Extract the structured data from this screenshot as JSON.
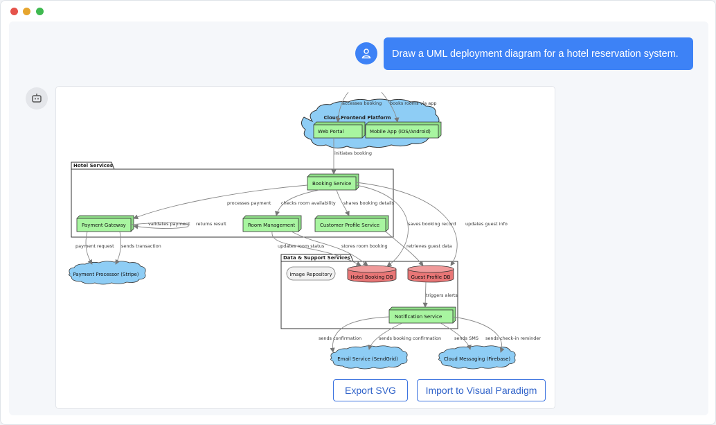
{
  "window": {
    "controls": [
      "close",
      "minimize",
      "maximize"
    ]
  },
  "chat": {
    "user_message": "Draw a UML deployment diagram for a hotel reservation system.",
    "user_icon": "person-icon",
    "bot_icon": "robot-icon"
  },
  "diagram": {
    "packages": {
      "cloud_frontend": "Cloud Frontend Platform",
      "hotel_services": "Hotel Services",
      "data_support": "Data & Support Services"
    },
    "nodes": {
      "web_portal": "Web Portal",
      "mobile_app": "Mobile App (iOS/Android)",
      "booking_service": "Booking Service",
      "payment_gateway": "Payment Gateway",
      "room_management": "Room Management",
      "customer_profile": "Customer Profile Service",
      "payment_processor": "Payment Processor (Stripe)",
      "image_repository": "Image Repository",
      "hotel_booking_db": "Hotel Booking DB",
      "guest_profile_db": "Guest Profile DB",
      "notification_service": "Notification Service",
      "email_service": "Email Service (SendGrid)",
      "cloud_messaging": "Cloud Messaging (Firebase)"
    },
    "edge_labels": {
      "accesses_booking": "accesses booking",
      "books_rooms": "books rooms via app",
      "initiates_booking": "initiates booking",
      "processes_payment": "processes payment",
      "checks_room": "checks room availability",
      "shares_booking": "shares booking details",
      "validates_payment": "validates payment",
      "returns_result": "returns result",
      "saves_booking": "saves booking record",
      "updates_guest": "updates guest info",
      "payment_request": "payment request",
      "sends_transaction": "sends transaction",
      "updates_room": "updates room status",
      "stores_room": "stores room booking",
      "retrieves_guest": "retrieves guest data",
      "triggers_alerts": "triggers alerts",
      "sends_confirmation": "sends confirmation",
      "sends_booking_confirmation": "sends booking confirmation",
      "sends_sms": "sends SMS",
      "sends_checkin": "sends check-in reminder"
    }
  },
  "actions": {
    "export_svg": "Export SVG",
    "import_vp": "Import to Visual Paradigm"
  },
  "colors": {
    "accent": "#3d82f6",
    "node_fill": "#a8f5a0",
    "db_fill": "#e87676",
    "cloud_fill": "#8ecdf5"
  }
}
